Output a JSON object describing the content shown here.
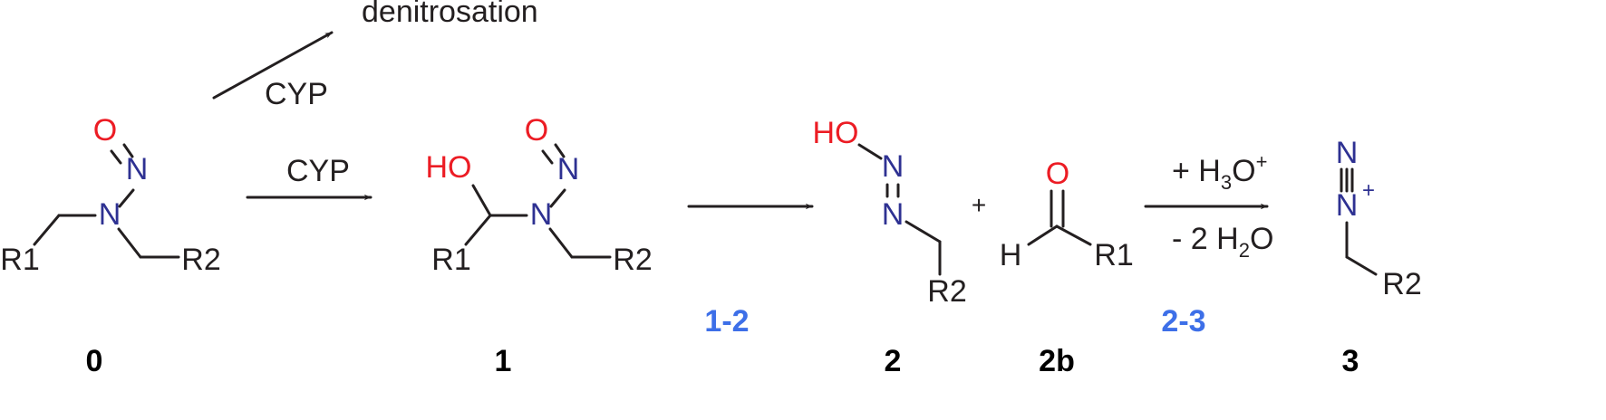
{
  "colors": {
    "bond": "#231f20",
    "oxygen": "#ec1c24",
    "nitrogen": "#2e3192",
    "step_label": "#3d6fe8",
    "compound_number": "#000000"
  },
  "atoms": {
    "O": "O",
    "N": "N",
    "HO": "HO",
    "H": "H",
    "R1": "R1",
    "R2": "R2",
    "plus_charge": "+"
  },
  "reagents": {
    "cyp": "CYP",
    "denitrosation": "denitrosation",
    "plus_sign": "+",
    "h3o_prefix": "+ H",
    "h3o_sub": "3",
    "h3o_O": "O",
    "h3o_sup": "+",
    "h2o_prefix": "- 2 H",
    "h2o_sub": "2",
    "h2o_O": "O"
  },
  "compounds": [
    "0",
    "1",
    "2",
    "2b",
    "3"
  ],
  "steps": [
    "1-2",
    "2-3"
  ]
}
